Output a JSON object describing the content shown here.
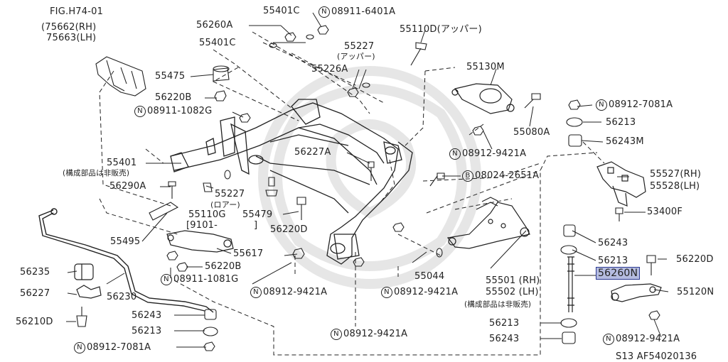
{
  "header": {
    "fig_ref": "FIG.H74-01",
    "fig_rh": "(75662(RH)",
    "fig_lh": "75663(LH)",
    "diagram_code": "S13  AF54020136"
  },
  "circle_marks": {
    "n": "N",
    "b": "B"
  },
  "parts": {
    "p55401c_top": "55401C",
    "p55401c_mid": "55401C",
    "p56260a": "56260A",
    "n08911_6401a": "08911-6401A",
    "p55227_upper": "55227",
    "p55227_upper_note": "(アッパー)",
    "p55110d": "55110D(アッパー)",
    "p55226a": "55226A",
    "p55475": "55475",
    "p56220b_top": "56220B",
    "n08911_1082g": "08911-1082G",
    "p55130m": "55130M",
    "p55080a": "55080A",
    "n08912_9421a_rt": "08912-9421A",
    "n08912_7081a_rt": "08912-7081A",
    "p56213_rt": "56213",
    "p56243m": "56243M",
    "p55401": "55401",
    "p55401_note": "(構成部品は非販売)",
    "p56227a": "56227A",
    "b08024_2651a": "08024-2651A",
    "p55527": "55527(RH)",
    "p55528": "55528(LH)",
    "p53400f": "53400F",
    "p56290a": "56290A",
    "p55227_lower": "55227",
    "p55227_lower_note": "(ロアー)",
    "p55110g": "55110G",
    "p55110g_note": "[9101-",
    "p55110g_close": "]",
    "p55479": "55479",
    "p56220d_mid": "56220D",
    "p55495": "55495",
    "p56243_rt": "56243",
    "p56213_mid_rt": "56213",
    "p56220d_rt": "56220D",
    "p56260n": "56260N",
    "p55120n": "55120N",
    "p55617": "55617",
    "p56220b_bot": "56220B",
    "n08911_1081g": "08911-1081G",
    "p55044": "55044",
    "p55501": "55501 (RH)",
    "p55502": "55502 (LH)",
    "p5550x_note": "(構成部品は非販売)",
    "n08912_9421a_bl": "08912-9421A",
    "n08912_9421a_bm": "08912-9421A",
    "n08912_9421a_bot": "08912-9421A",
    "n08912_9421a_br": "08912-9421A",
    "p56235": "56235",
    "p56227": "56227",
    "p56230": "56230",
    "p56210d": "56210D",
    "p56243_bl": "56243",
    "p56213_bl": "56213",
    "n08912_7081a_bl": "08912-7081A",
    "p56213_br": "56213",
    "p56243_br": "56243"
  },
  "colors": {
    "ink": "#222222",
    "highlight_fill": "#b5bce0",
    "highlight_border": "#2c3a92",
    "watermark": "#e6e6e6"
  }
}
